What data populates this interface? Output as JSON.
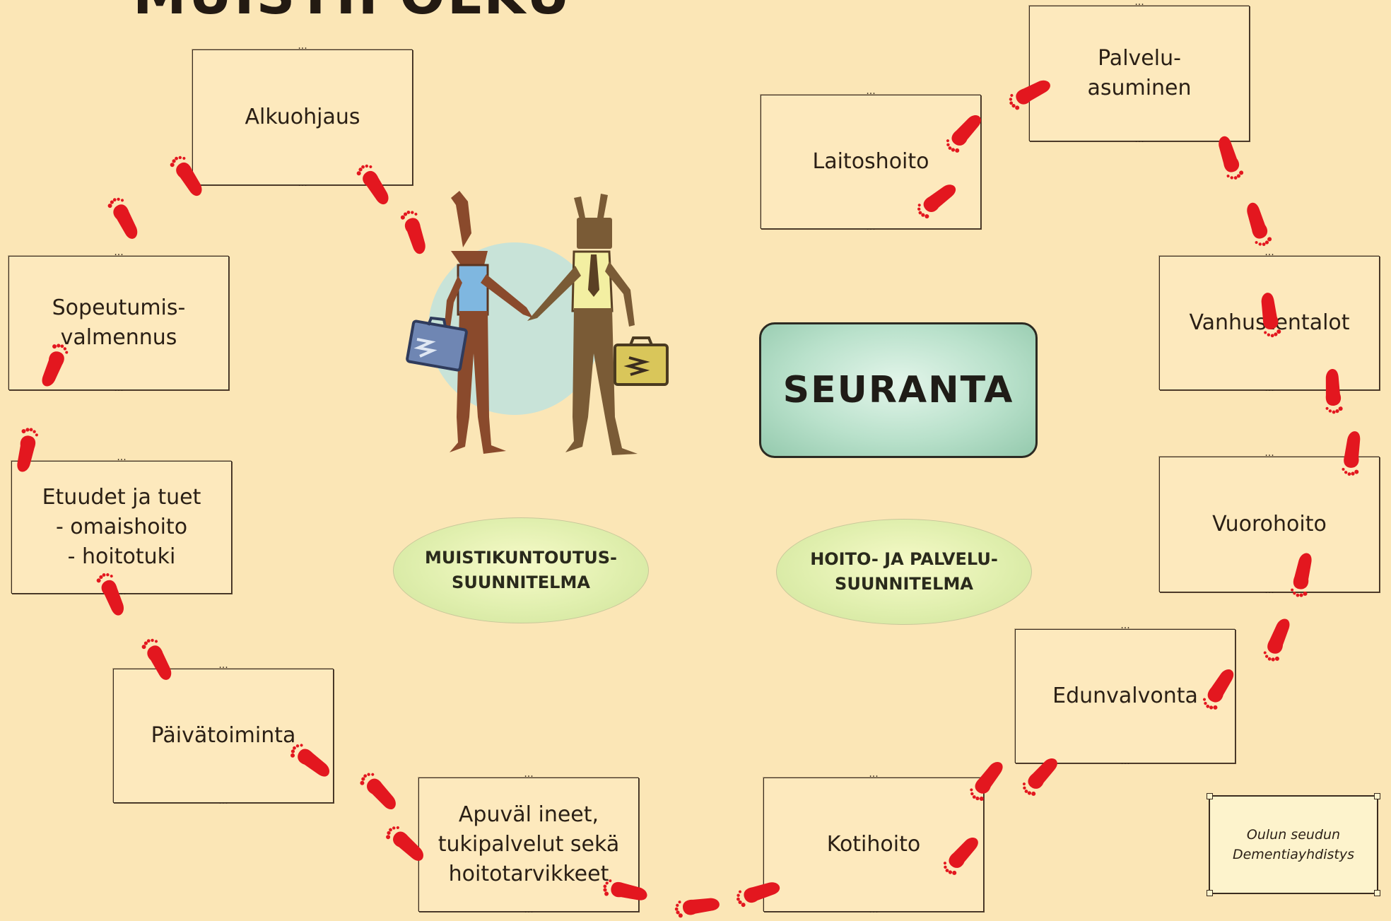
{
  "title": "MUISTIPOLKU",
  "center_label": "SEURANTA",
  "steps": [
    {
      "id": "alkuohjaus",
      "label": "Alkuohjaus"
    },
    {
      "id": "sopeutumisvalmennus",
      "label": "Sopeutumis-\nvalmennus"
    },
    {
      "id": "etuudet",
      "label": "Etuudet ja tuet\n- omaishoito\n- hoitotuki"
    },
    {
      "id": "paivatoiminta",
      "label": "Päivätoiminta"
    },
    {
      "id": "apuvalineet",
      "label": "Apuväl ineet,\ntukipalvelut sekä\nhoitotarvikkeet"
    },
    {
      "id": "kotihoito",
      "label": "Kotihoito"
    },
    {
      "id": "edunvalvonta",
      "label": "Edunvalvonta"
    },
    {
      "id": "vuorohoito",
      "label": "Vuorohoito"
    },
    {
      "id": "vanhustentalot",
      "label": "Vanhustentalot"
    },
    {
      "id": "palveluasuminen",
      "label": "Palvelu-\nasuminen"
    },
    {
      "id": "laitoshoito",
      "label": "Laitoshoito"
    }
  ],
  "plans": [
    {
      "id": "muistikuntoutus",
      "label": "MUISTIKUNTOUTUS-\nSUUNNITELMA"
    },
    {
      "id": "hoito-palvelu",
      "label": "HOITO- JA PALVELU-\nSUUNNITELMA"
    }
  ],
  "credit": "Oulun seudun\nDementiayhdistys",
  "colors": {
    "background": "#fbe6b6",
    "footprint": "#e3171f",
    "box_fill": "#fde9bd",
    "seuranta_fill": "#b9e1cb",
    "plan_fill": "#e0efae",
    "circle": "#c8e3d8"
  },
  "icons": [
    "footprint-icon",
    "handshake-figures-illustration",
    "briefcase-icon"
  ]
}
